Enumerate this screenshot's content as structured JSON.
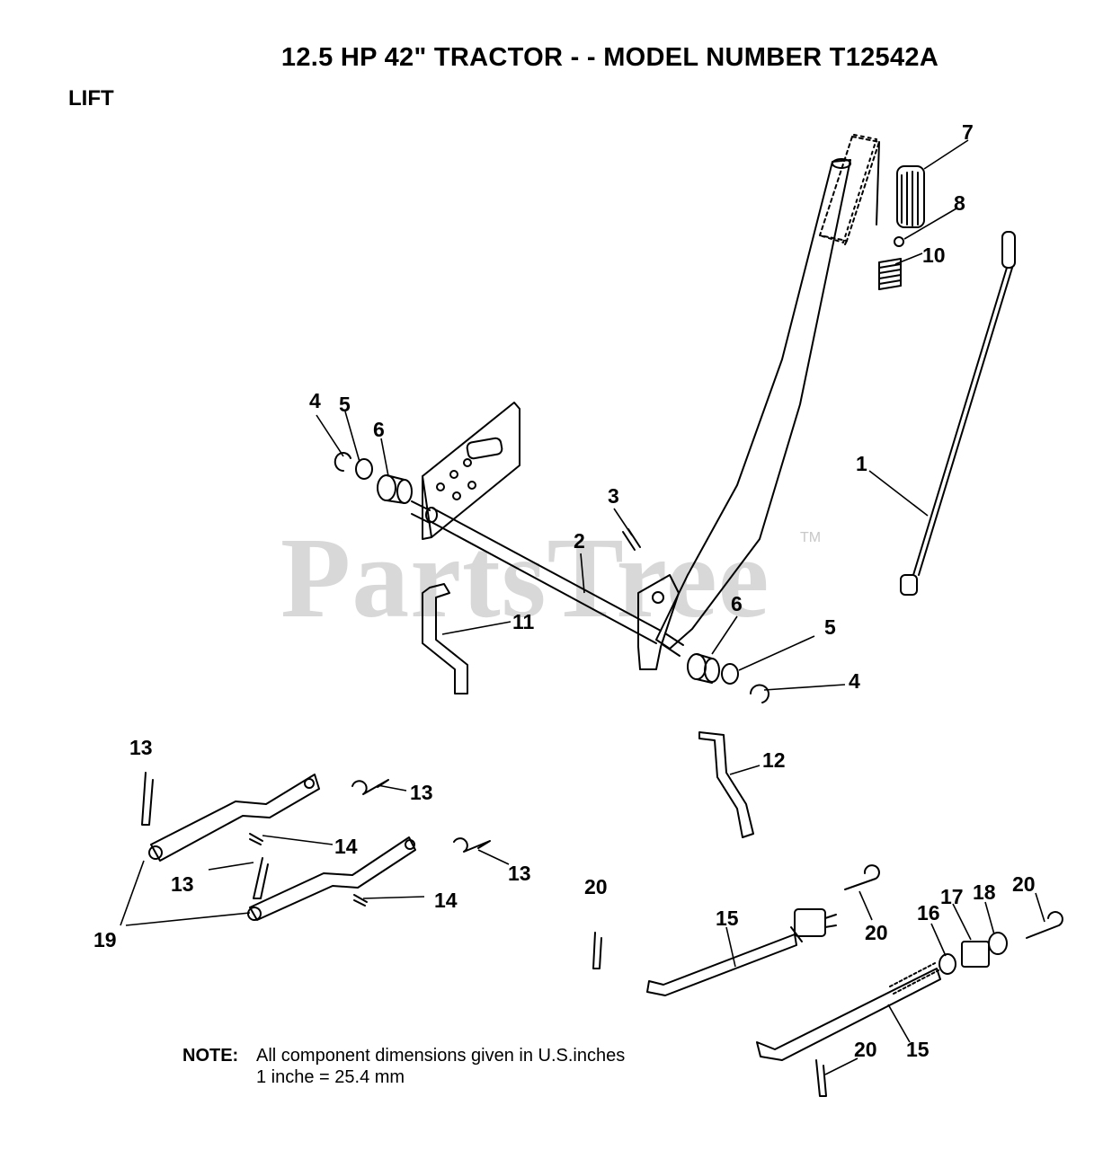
{
  "title": "12.5 HP 42\"  TRACTOR - - MODEL NUMBER T12542A",
  "section": "LIFT",
  "watermark": "PartsTree",
  "watermark_tm": "TM",
  "note": {
    "label": "NOTE:",
    "line1": "All component dimensions given in U.S.inches",
    "line2": "1 inche = 25.4 mm"
  },
  "callouts": {
    "c1": "1",
    "c2": "2",
    "c3": "3",
    "c4a": "4",
    "c4b": "4",
    "c5a": "5",
    "c5b": "5",
    "c6a": "6",
    "c6b": "6",
    "c7": "7",
    "c8": "8",
    "c10": "10",
    "c11": "11",
    "c12": "12",
    "c13a": "13",
    "c13b": "13",
    "c13c": "13",
    "c13d": "13",
    "c14a": "14",
    "c14b": "14",
    "c15a": "15",
    "c15b": "15",
    "c16": "16",
    "c17": "17",
    "c18": "18",
    "c19": "19",
    "c20a": "20",
    "c20b": "20",
    "c20c": "20",
    "c20d": "20"
  }
}
